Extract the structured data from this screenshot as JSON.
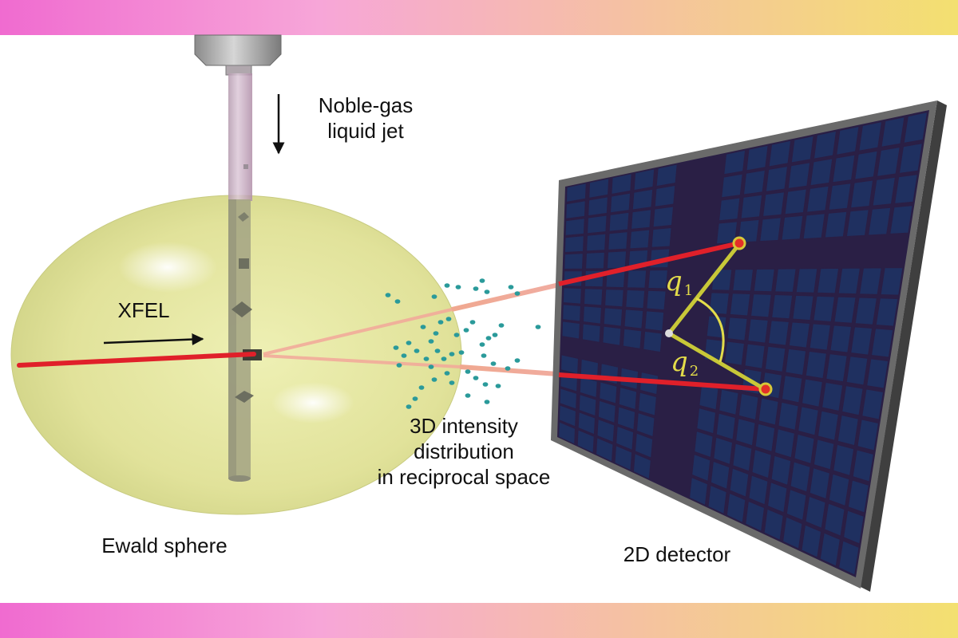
{
  "labels": {
    "jet_line1": "Noble-gas",
    "jet_line2": "liquid jet",
    "xfel": "XFEL",
    "intensity_line1": "3D intensity",
    "intensity_line2": "distribution",
    "intensity_line3": "in reciprocal space",
    "ewald": "Ewald sphere",
    "detector": "2D detector",
    "q1_letter": "q",
    "q1_index": "1",
    "q2_letter": "q",
    "q2_index": "2"
  },
  "colors": {
    "band_gradient": [
      "#f06bd0",
      "#f7a6d8",
      "#f5c2a0",
      "#f3e070"
    ],
    "sphere": "#e2e29a",
    "beam": "#e0202a",
    "detector_face": "#2a1f45",
    "detector_tile": "#1f3060",
    "detector_frame": "#5e5e5e",
    "vector": "#c8c838",
    "dots": "#2a9a9a"
  },
  "icons": {
    "jet_arrow": "down-arrow-icon",
    "xfel_arrow": "right-arrow-icon"
  }
}
